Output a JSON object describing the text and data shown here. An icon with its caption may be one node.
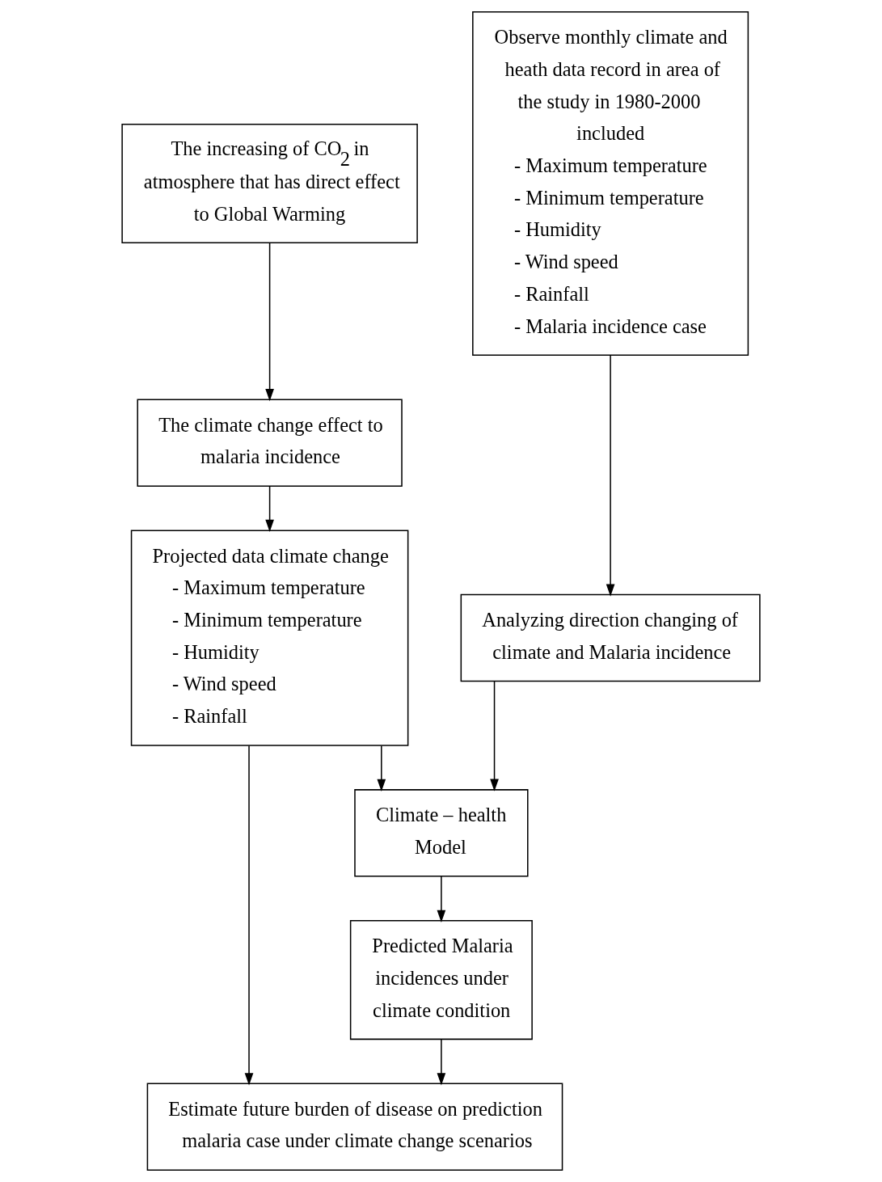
{
  "diagram": {
    "nodes": [
      {
        "text": [
          "The increasing of CO$_{2}$ in atmosphere that has direct effect to Global Warming"
        ]
      },
      {
        "text": [
          "Observe monthly climate and heath data record in area of the study in 1980-2000 included",
          "- Maximum temperature",
          "- Minimum temperature",
          "- Humidity",
          "- Wind speed",
          "- Rainfall",
          "- Malaria incidence case"
        ]
      },
      {
        "text": [
          "The climate change effect to malaria incidence"
        ]
      },
      {
        "text": [
          "Projected data climate change",
          "- Maximum temperature",
          "- Minimum temperature",
          "- Humidity",
          "- Wind speed",
          "- Rainfall"
        ]
      },
      {
        "text": [
          "Analyzing direction changing of climate and Malaria incidence"
        ]
      },
      {
        "text": [
          "Climate – health Model"
        ]
      },
      {
        "text": [
          "Predicted Malaria incidences under climate condition"
        ]
      },
      {
        "text": [
          "Estimate future burden of disease on prediction malaria case under climate change scenarios"
        ]
      }
    ],
    "edges": [
      {
        "from": 0,
        "to": 2,
        "arrow": "to"
      },
      {
        "from": 1,
        "to": 4,
        "arrow": "to"
      },
      {
        "from": 2,
        "to": 3,
        "arrow": "to"
      },
      {
        "from": 4,
        "to": 5,
        "arrow": "to"
      },
      {
        "from": 3,
        "to": 5,
        "arrow": "to"
      },
      {
        "from": 5,
        "to": 6,
        "arrow": "to"
      },
      {
        "from": 3,
        "to": 7,
        "arrow": "to"
      },
      {
        "from": 6,
        "to": 7,
        "arrow": "to"
      }
    ]
  }
}
